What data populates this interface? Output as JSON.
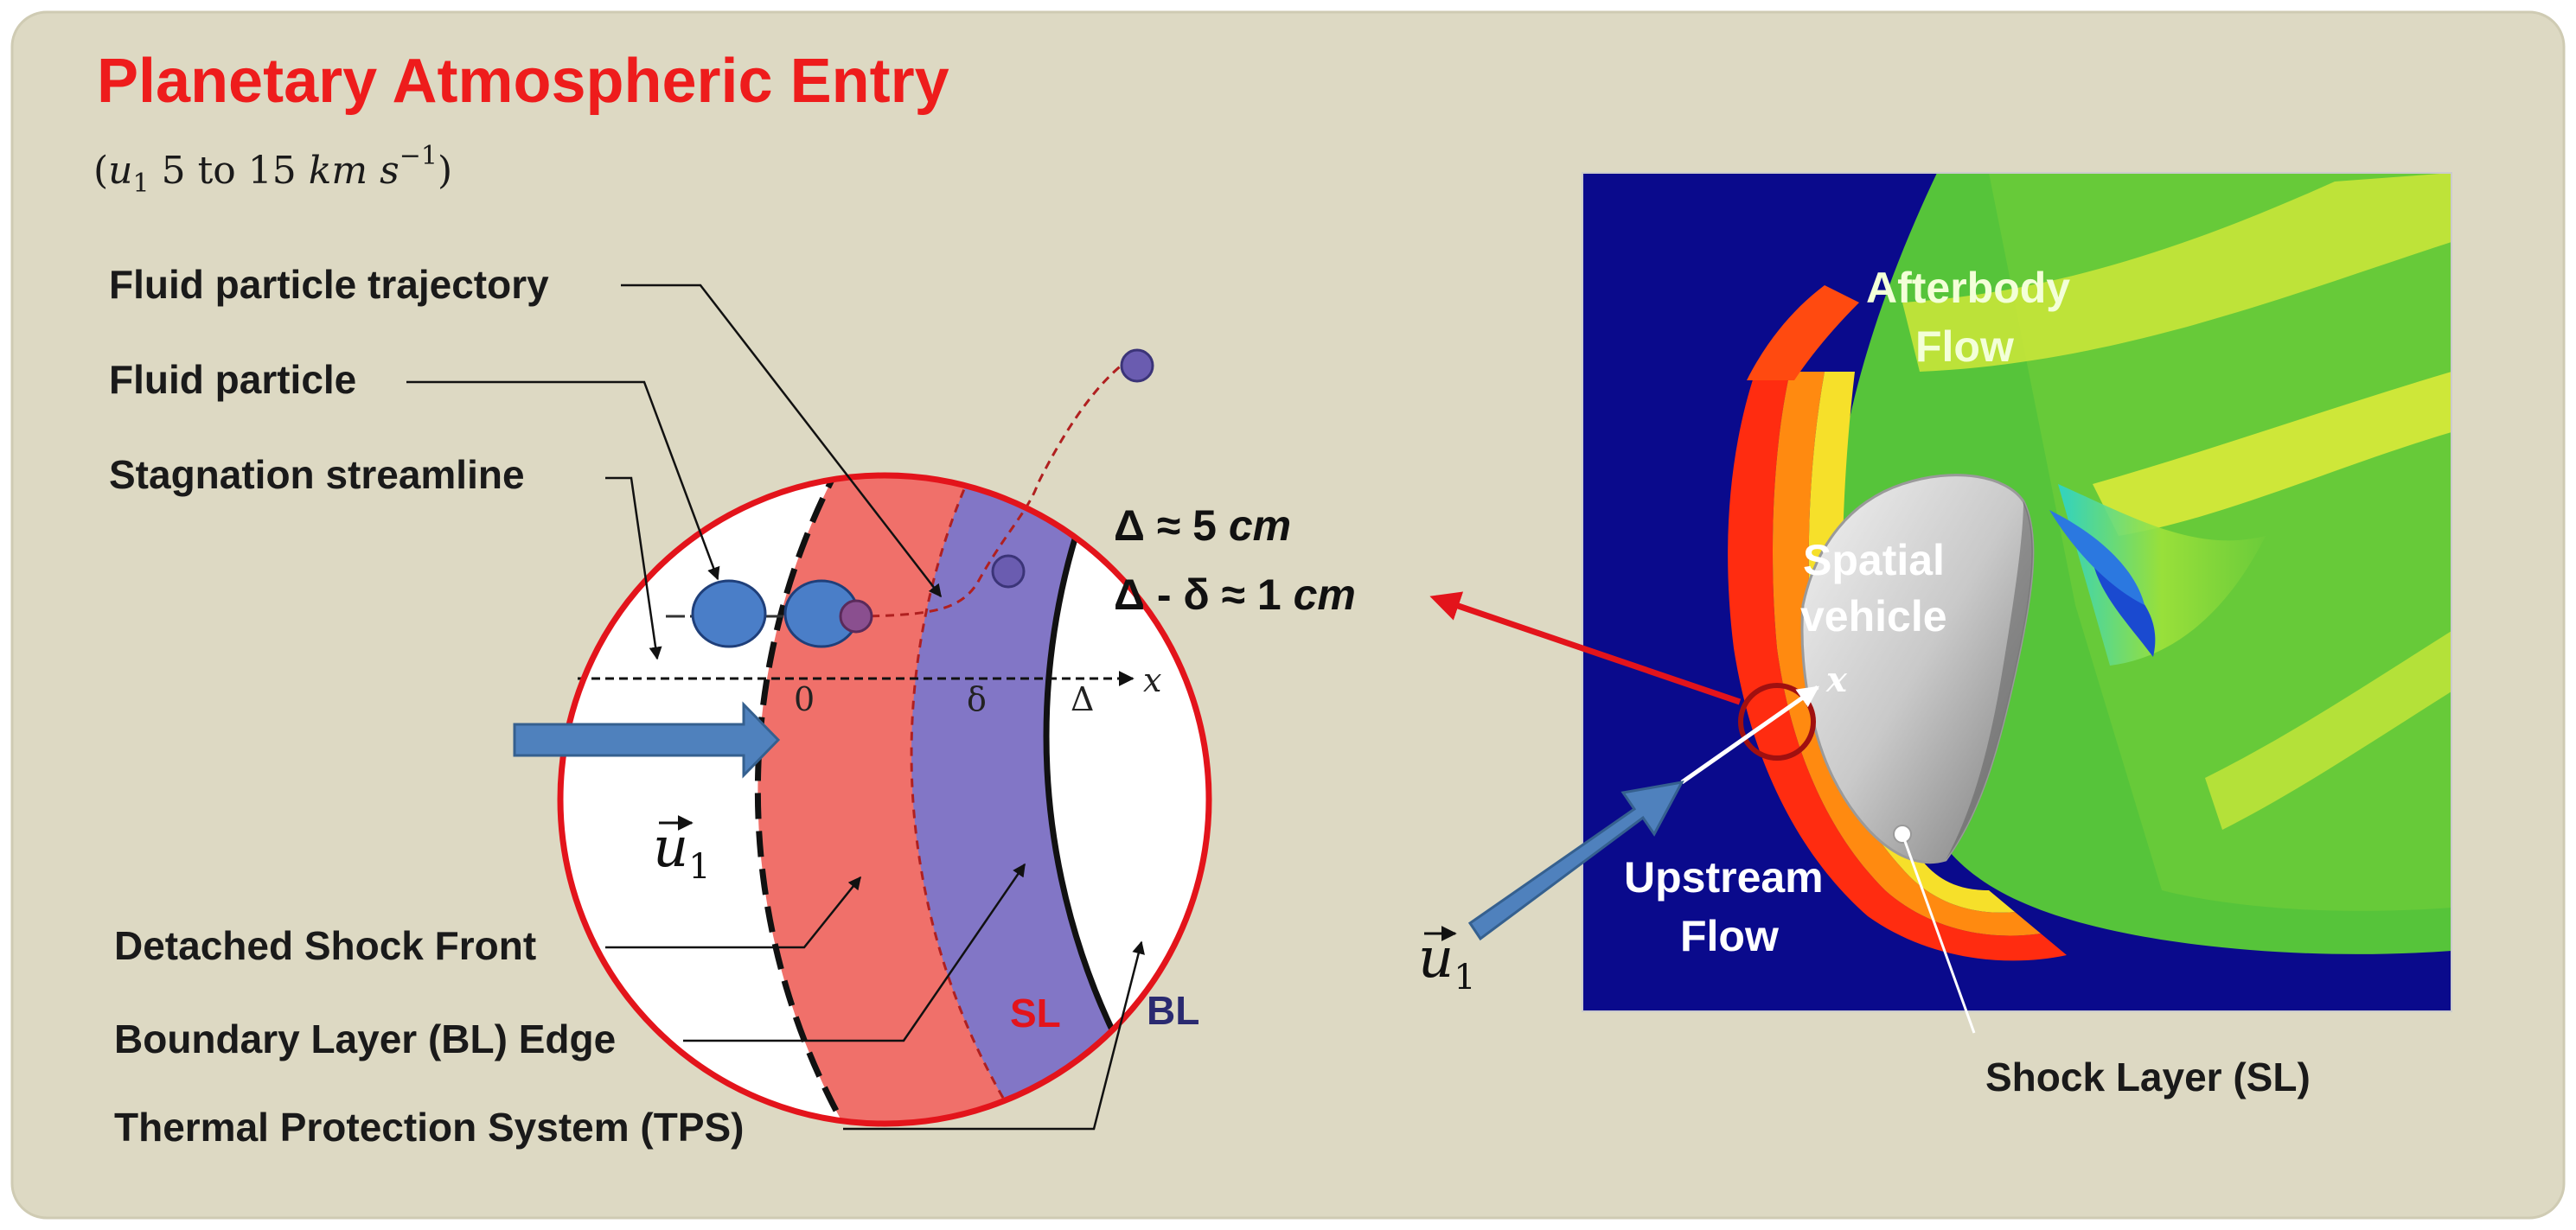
{
  "title": "Planetary Atmospheric Entry",
  "subtitle": {
    "open": "(",
    "var": "u",
    "var_sub": "1",
    "range": "5  to 15",
    "unit": "km s",
    "exp": "−1",
    "close": ")"
  },
  "labels": {
    "trajectory": "Fluid particle trajectory",
    "particle": "Fluid particle",
    "stagnation": "Stagnation streamline",
    "shock_front": "Detached Shock Front",
    "bl_edge": "Boundary Layer (BL) Edge",
    "tps": "Thermal Protection System (TPS)"
  },
  "equations": {
    "delta_prefix": "Δ ≈ 5 ",
    "delta_unit": "cm",
    "diff_prefix": "Δ - δ ≈ 1 ",
    "diff_unit": "cm"
  },
  "axis": {
    "zero": "0",
    "delta_small": "δ",
    "delta_big": "Δ",
    "x": "x"
  },
  "layers": {
    "sl": "SL",
    "bl": "BL"
  },
  "velocity": {
    "symbol": "u",
    "sub": "1"
  },
  "cfd": {
    "afterbody_line1": "Afterbody",
    "afterbody_line2": "Flow",
    "vehicle_line1": "Spatial",
    "vehicle_line2": "vehicle",
    "x": "x",
    "upstream_line1": "Upstream",
    "upstream_line2": "Flow",
    "shock_layer": "Shock Layer (SL)"
  },
  "colors": {
    "panel_bg": "#ddd9c3",
    "title_red": "#ee1c1c",
    "shock_layer_fill": "#f0706a",
    "boundary_layer_fill": "#8276c6",
    "particle_blue": "#4a7ec8",
    "arrow_blue": "#4f81bd",
    "cfd_background": "#0a0a8c",
    "cfd_green": "#56c43a"
  }
}
